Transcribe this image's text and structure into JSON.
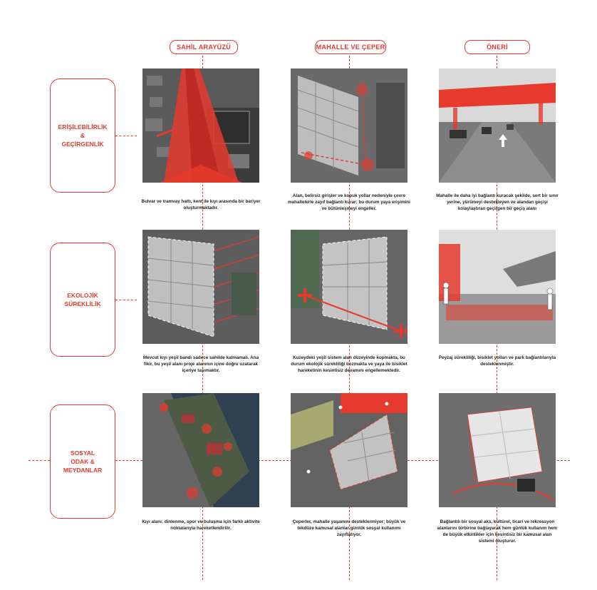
{
  "columns": [
    {
      "label": "SAHİL ARAYÜZÜ"
    },
    {
      "label": "MAHALLE VE ÇEPER"
    },
    {
      "label": "ÖNERİ"
    }
  ],
  "rows": [
    {
      "label": "ERİŞİLEBİLİRLİK\n&\nGEÇİRGENLİK"
    },
    {
      "label": "EKOLOJİK\nSÜREKLİLİK"
    },
    {
      "label": "SOSYAL\nODAK &\nMEYDANLAR"
    }
  ],
  "captions": {
    "r1c1": "Bulvar ve tramvay hattı, kent ile kıyı arasında bir bariyer oluşturmaktadır.",
    "r1c2": "Alan, belirsiz girişler ve kopuk yollar nedeniyle çevre mahallelerle zayıf bağlantı kurar; bu durum yaya erişimini ve bütünleşmeyi engeller.",
    "r1c3": "Mahalle ile daha iyi bağlantı kuracak şekilde, sert bir sınır yerine, yürümeyi destekleyen ve alandan geçişi kolaylaştıran geçirgen bir geçiş alanı",
    "r2c1": "Mevcut kıyı yeşil bandı sadece sahilde kalmamalı. Ana fikir, bu yeşil alanı proje alanının içine doğru uzatarak içeriye taşımaktır.",
    "r2c2": "Kuzeydeki yeşil sistem alan düzeyinde kopmakta, bu durum ekolojik sürekliliği bozmakta ve yaya ile bisiklet hareketinin kesintisiz devamını engellemektedir.",
    "r2c3": "Peyzaj sürekliliği, bisiklet yolları ve park bağlantılarıyla desteklenmiştir.",
    "r3c1": "Kıyı alanı; dinlenme, spor ve buluşma için farklı aktivite noktalarıyla hareketlendirilir.",
    "r3c2": "Çeperler, mahalle yaşamını destekler­miyor; büyük ve tekdüze kamusal alanlar günlük sosyal kullanımı zayıflatıyor.",
    "r3c3": "Bağlantılı bir sosyal aks, kültürel, ticari ve rekreasyon alanlarını birbirine bağlayarak hem günlük kullanım hem de büyük etkinlikler için kesintisiz bir kamusal alan sistemi oluşturur."
  },
  "colors": {
    "accent": "#e63a2e",
    "photo_dark": "#4a4a4a",
    "photo_light": "#cfcfcf"
  }
}
